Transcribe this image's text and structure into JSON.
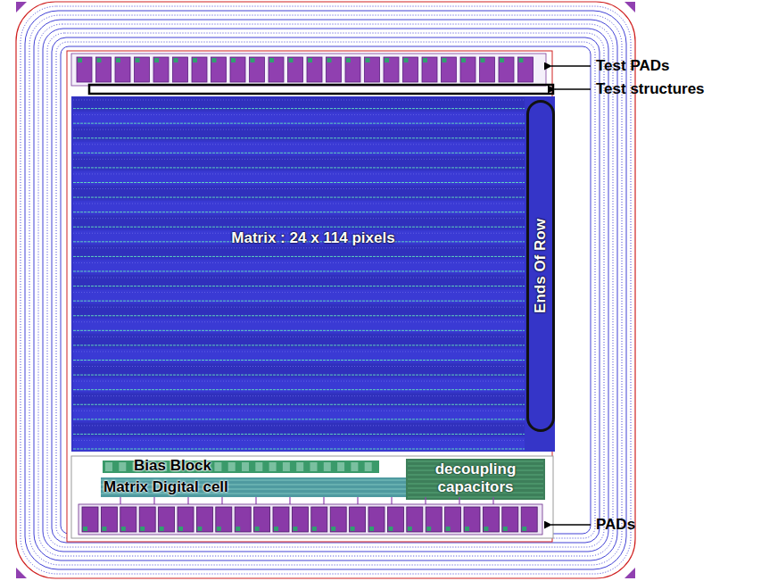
{
  "diagram": {
    "nodes": [
      {
        "text": [
          "Matrix : 24 x 114 pixels"
        ]
      },
      {
        "text": [
          "Ends Of Row"
        ],
        "in": 0
      }
    ],
    "labels": [
      "Test PADs",
      "Test structures",
      "PADs",
      "Bias Block",
      "Matrix Digital cell",
      "decoupling capacitors"
    ]
  }
}
